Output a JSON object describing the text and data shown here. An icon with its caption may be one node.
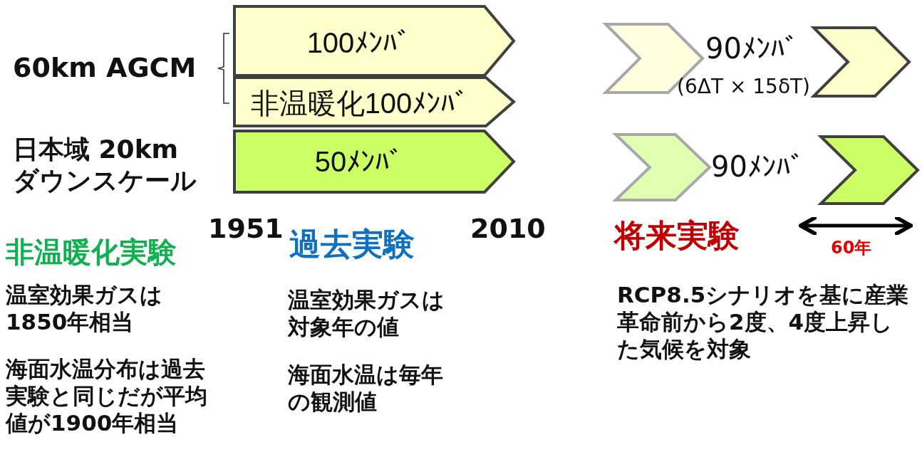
{
  "diagram": {
    "nodes": [
      {
        "text": [
          "100ﾒﾝﾊﾞ"
        ]
      },
      {
        "text": [
          "非温暖化100ﾒﾝﾊﾞ"
        ]
      },
      {
        "text": [
          "50ﾒﾝﾊﾞ"
        ]
      },
      {
        "text": [],
        "shape": "chevron"
      },
      {
        "text": [],
        "shape": "chevron"
      },
      {
        "text": [],
        "shape": "chevron"
      },
      {
        "text": [],
        "shape": "chevron"
      }
    ],
    "edges": [],
    "labels": [
      "60km AGCM",
      "日本域 20km ダウンスケール",
      "1951",
      "2010",
      "90ﾒﾝﾊﾞ",
      "(6ΔT × 15δT)",
      "90ﾒﾝﾊﾞ",
      "非温暖化実験",
      "過去実験",
      "将来実験",
      "60年",
      "温室効果ガスは1850年相当",
      "海面水温分布は過去実験と同じだが平均値が1900年相当",
      "温室効果ガスは対象年の値",
      "海面水温は毎年の観測値",
      "RCP8.5シナリオを基に産業革命前から2度、4度上昇した気候を対象"
    ]
  }
}
